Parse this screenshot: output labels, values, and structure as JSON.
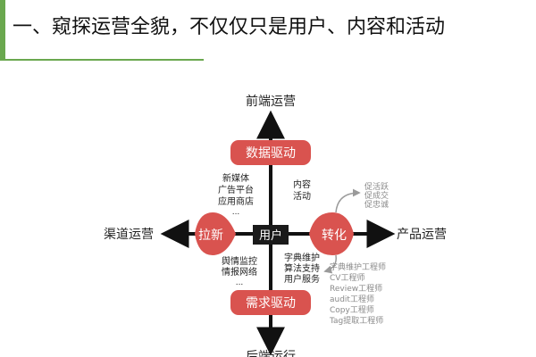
{
  "slide": {
    "title": "一、窥探运营全貌，不仅仅只是用户、内容和活动"
  },
  "colors": {
    "accent_green": "#6aa84f",
    "node_red": "#d9534f",
    "center_dark": "#1a1a1a",
    "axis": "#111111",
    "muted_gray": "#8a8a8a"
  },
  "diagram": {
    "axis_top": "前端运营",
    "axis_bottom": "后端运行",
    "axis_left": "渠道运营",
    "axis_right": "产品运营",
    "center": "用户",
    "top_node": "数据驱动",
    "bottom_node": "需求驱动",
    "left_node": "拉新",
    "right_node": "转化",
    "upper_left_list": [
      "新媒体",
      "广告平台",
      "应用商店",
      "..."
    ],
    "upper_right_list": [
      "内容",
      "活动"
    ],
    "lower_left_list": [
      "舆情监控",
      "情报网络",
      "..."
    ],
    "lower_center_list": [
      "字典维护",
      "算法支持",
      "用户服务"
    ],
    "right_upper_list": [
      "促活跃",
      "促成交",
      "促忠诚"
    ],
    "right_lower_list": [
      "字典维护工程师",
      "CV工程师",
      "Review工程师",
      "audit工程师",
      "Copy工程师",
      "Tag提取工程师"
    ]
  }
}
